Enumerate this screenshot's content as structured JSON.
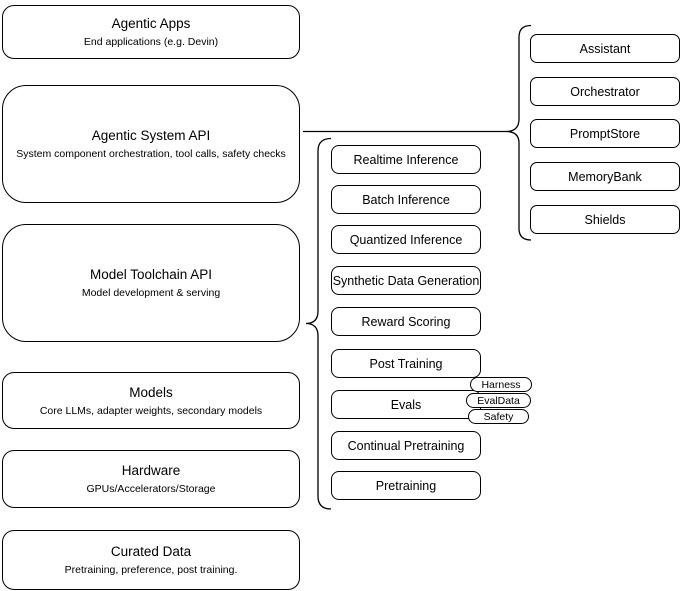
{
  "diagram": {
    "left_stack": [
      {
        "title": "Agentic Apps",
        "subtitle": "End applications (e.g. Devin)"
      },
      {
        "title": "Agentic System API",
        "subtitle": "System component orchestration, tool calls, safety checks"
      },
      {
        "title": "Model Toolchain API",
        "subtitle": "Model development & serving"
      },
      {
        "title": "Models",
        "subtitle": "Core LLMs, adapter weights, secondary models"
      },
      {
        "title": "Hardware",
        "subtitle": "GPUs/Accelerators/Storage"
      },
      {
        "title": "Curated Data",
        "subtitle": "Pretraining, preference, post training."
      }
    ],
    "toolchain_services": [
      "Realtime Inference",
      "Batch Inference",
      "Quantized Inference",
      "Synthetic Data Generation",
      "Reward Scoring",
      "Post Training",
      "Evals",
      "Continual Pretraining",
      "Pretraining"
    ],
    "evals_tags": [
      "Harness",
      "EvalData",
      "Safety"
    ],
    "system_components": [
      "Assistant",
      "Orchestrator",
      "PromptStore",
      "MemoryBank",
      "Shields"
    ],
    "colors": {
      "border": "#000000",
      "background": "#ffffff",
      "text": "#000000"
    }
  }
}
